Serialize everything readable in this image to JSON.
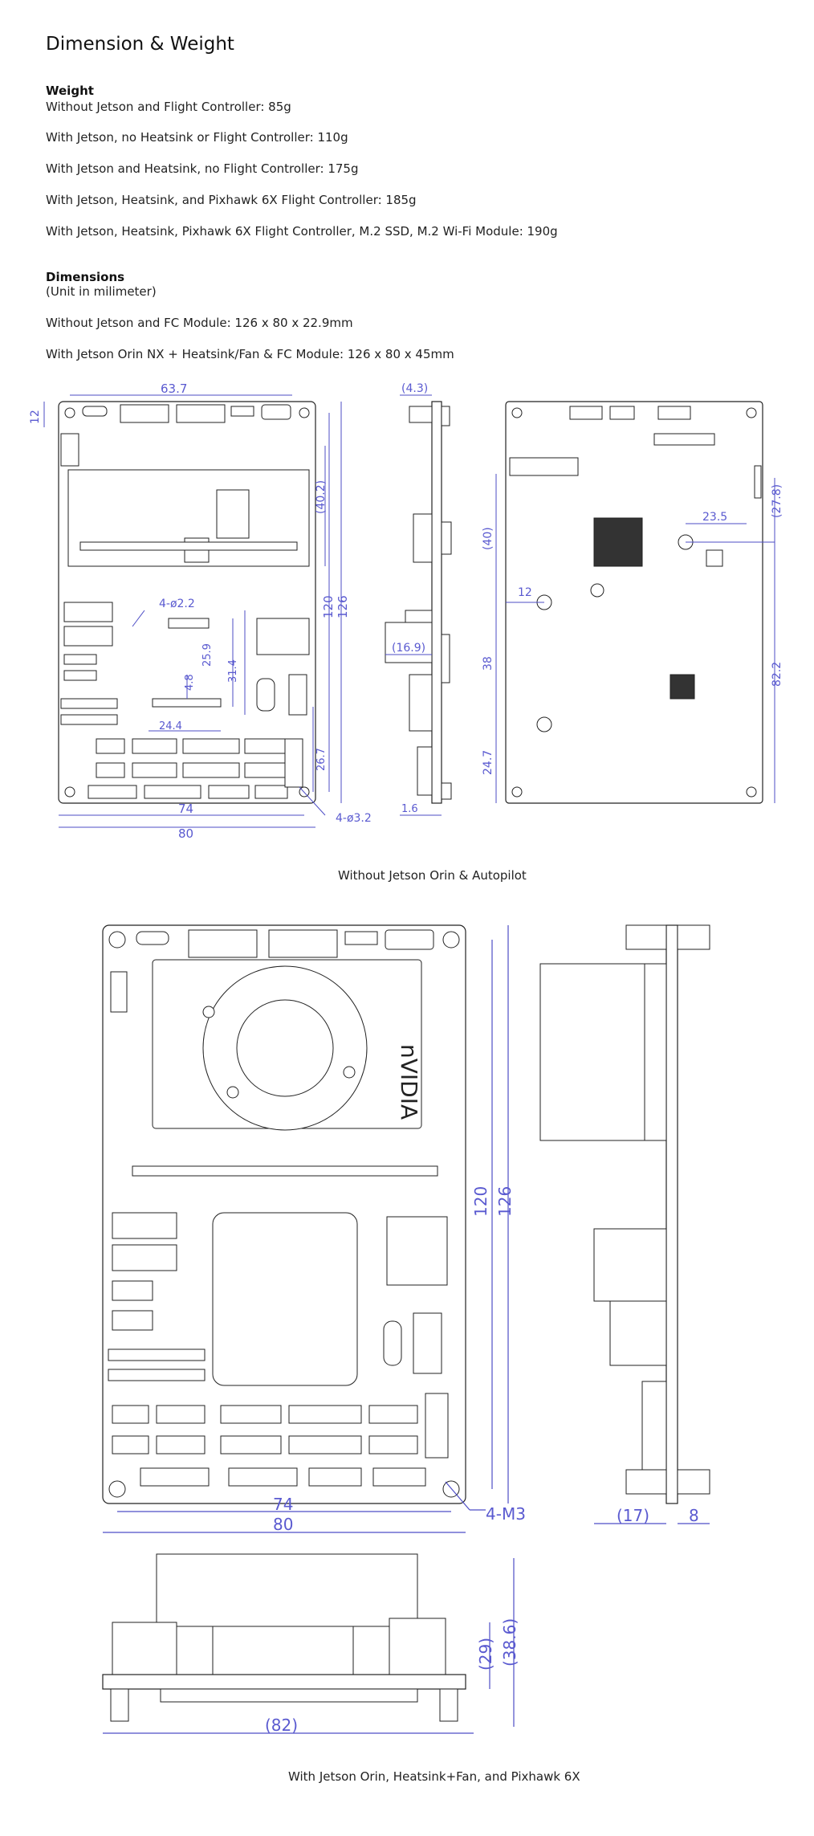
{
  "page": {
    "title": "Dimension & Weight"
  },
  "weight": {
    "heading": "Weight",
    "lines": [
      "Without Jetson and Flight Controller: 85g",
      "With Jetson, no Heatsink or Flight Controller: 110g",
      "With Jetson and Heatsink, no Flight Controller: 175g",
      "With Jetson, Heatsink, and Pixhawk 6X Flight Controller: 185g",
      "With Jetson, Heatsink, Pixhawk 6X Flight Controller, M.2 SSD, M.2 Wi-Fi Module: 190g"
    ]
  },
  "dimensions": {
    "heading": "Dimensions",
    "unit_note": "(Unit in milimeter)",
    "lines": [
      "Without Jetson and FC Module: 126 x 80 x 22.9mm",
      "With Jetson Orin NX + Heatsink/Fan & FC Module: 126 x 80 x 45mm"
    ]
  },
  "figure1": {
    "caption": "Without Jetson Orin & Autopilot",
    "labels": {
      "w637": "63.7",
      "h12": "12",
      "d43": "(4.3)",
      "h402": "(40.2)",
      "h120": "120",
      "h126": "126",
      "hole22": "4-ø2.2",
      "h259": "25.9",
      "h314": "31.4",
      "h48": "4.8",
      "w244": "24.4",
      "h267": "26.7",
      "w74": "74",
      "w80": "80",
      "hole32": "4-ø3.2",
      "d169": "(16.9)",
      "d16": "1.6",
      "r278": "(27.8)",
      "r235": "23.5",
      "r40": "(40)",
      "r12": "12",
      "r38": "38",
      "r247": "24.7",
      "r822": "82.2"
    }
  },
  "figure2": {
    "caption": "With Jetson Orin, Heatsink+Fan, and Pixhawk 6X",
    "labels": {
      "brand": "nVIDIA",
      "h120": "120",
      "h126": "126",
      "w74": "74",
      "w80": "80",
      "m3": "4-M3",
      "s17": "(17)",
      "s8": "8",
      "h29": "(29)",
      "h386": "(38.6)",
      "w82": "(82)"
    }
  },
  "colors": {
    "dimension_blue": "#4d4dc6",
    "outline": "#222222"
  }
}
